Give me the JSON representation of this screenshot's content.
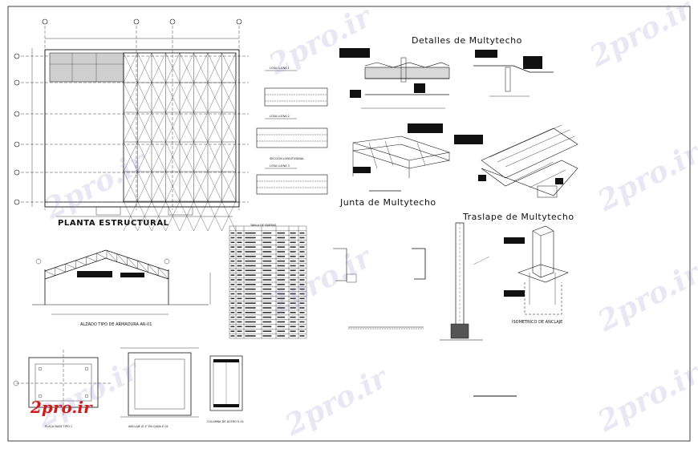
{
  "titles": {
    "planta": "PLANTA ESTRUCTURAL",
    "detalles": "Detalles de Multytecho",
    "junta": "Junta de Multytecho",
    "traslape": "Traslape de Multytecho",
    "alzado": "ALZADO TIPO DE ARMADURA AR-01",
    "isometrico": "ISOMETRICO DE ANCLAJE",
    "tabla": "TABLA DE BARRAS",
    "losa1": "LOSA LLENA 1",
    "losa2": "LOSA LLENA 2",
    "losa3": "LOSA LLENA 3",
    "seccion": "SECCION LONGITUDINAL",
    "placa": "PLACA BASE TIPO 1",
    "anclaje": "ANCLAJE Ø 1\" EN CADA E-01",
    "columna": "COLUMNA DE ACERO E-01"
  },
  "watermark": {
    "text": "2pro.ir",
    "logo": "2pro.ir"
  },
  "colors": {
    "line": "#111111",
    "background": "#ffffff",
    "watermark": "#b6a9e0",
    "logo": "#cc1d1d"
  },
  "table": {
    "rows": 24,
    "cols": 7
  }
}
